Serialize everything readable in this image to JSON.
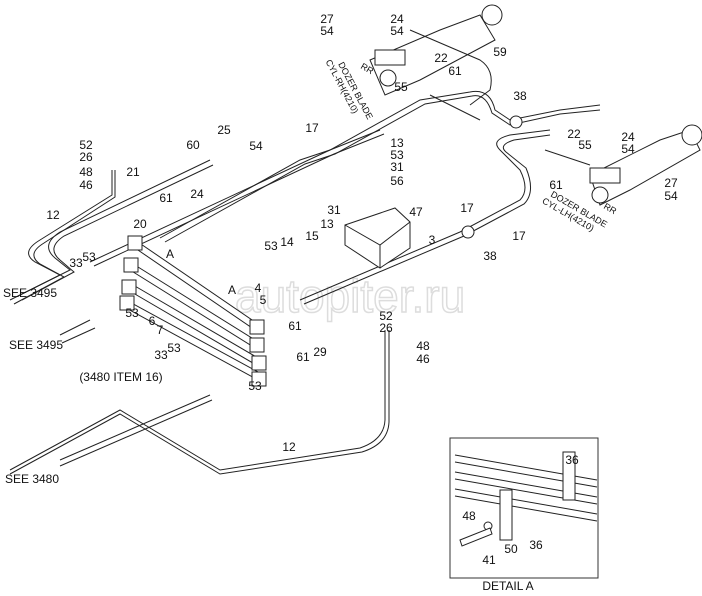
{
  "diagram": {
    "callouts": [
      "27",
      "54",
      "24",
      "54",
      "59",
      "22",
      "61",
      "55",
      "38",
      "17",
      "25",
      "54",
      "60",
      "13",
      "53",
      "31",
      "56",
      "52",
      "26",
      "48",
      "46",
      "21",
      "24",
      "61",
      "12",
      "20",
      "22",
      "24",
      "55",
      "54",
      "61",
      "27",
      "54",
      "31",
      "47",
      "13",
      "15",
      "14",
      "53",
      "17",
      "17",
      "3",
      "38",
      "33",
      "53",
      "A",
      "SEE 3495",
      "A",
      "4",
      "5",
      "53",
      "6",
      "7",
      "61",
      "52",
      "26",
      "29",
      "61",
      "48",
      "46",
      "SEE 3495",
      "33",
      "53",
      "53",
      "(3480 ITEM 16)",
      "12",
      "SEE 3480",
      "36",
      "48",
      "50",
      "36",
      "41"
    ],
    "rh_cylinder": {
      "line1": "DOZER BLADE",
      "line2": "CYL-RH(4210)",
      "side": "RR"
    },
    "lh_cylinder": {
      "line1": "DOZER BLADE",
      "line2": "CYL-LH(4210)",
      "side": "RR"
    },
    "detail_title": "DETAIL A",
    "watermark": "autopiter.ru"
  }
}
